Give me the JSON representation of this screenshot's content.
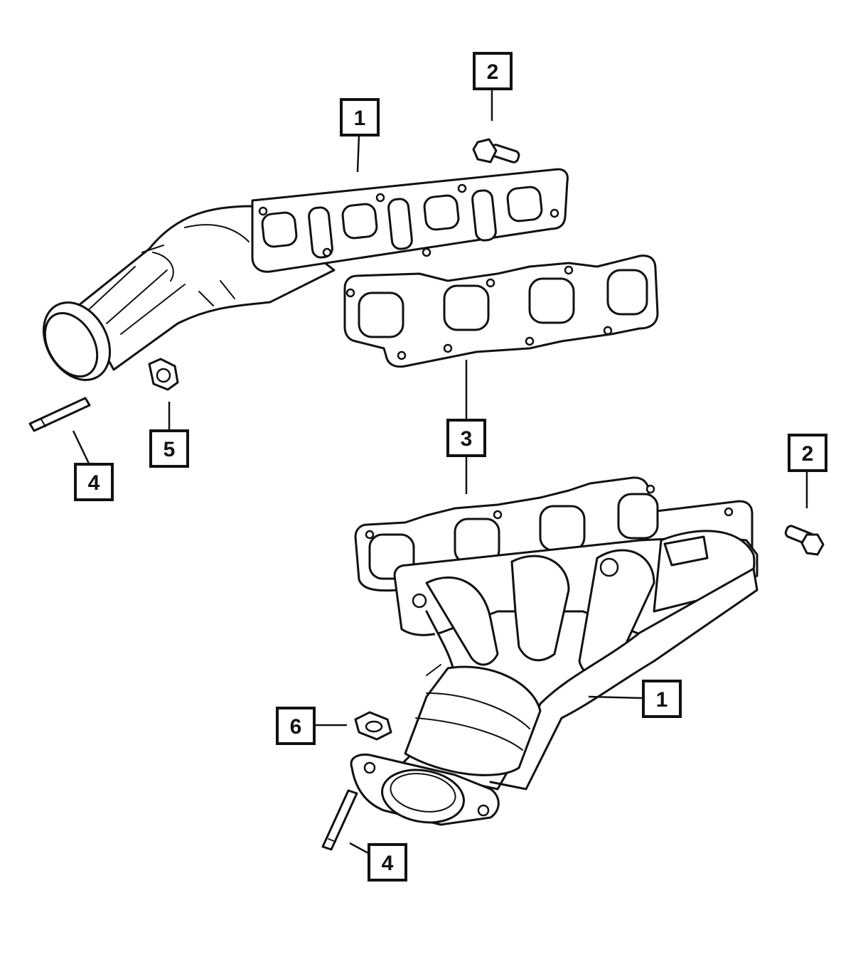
{
  "callouts": [
    {
      "id": "c1-top",
      "label": "1"
    },
    {
      "id": "c2-top",
      "label": "2"
    },
    {
      "id": "c3",
      "label": "3"
    },
    {
      "id": "c4-left",
      "label": "4"
    },
    {
      "id": "c5",
      "label": "5"
    },
    {
      "id": "c2-right",
      "label": "2"
    },
    {
      "id": "c1-bottom",
      "label": "1"
    },
    {
      "id": "c6",
      "label": "6"
    },
    {
      "id": "c4-bottom",
      "label": "4"
    }
  ]
}
